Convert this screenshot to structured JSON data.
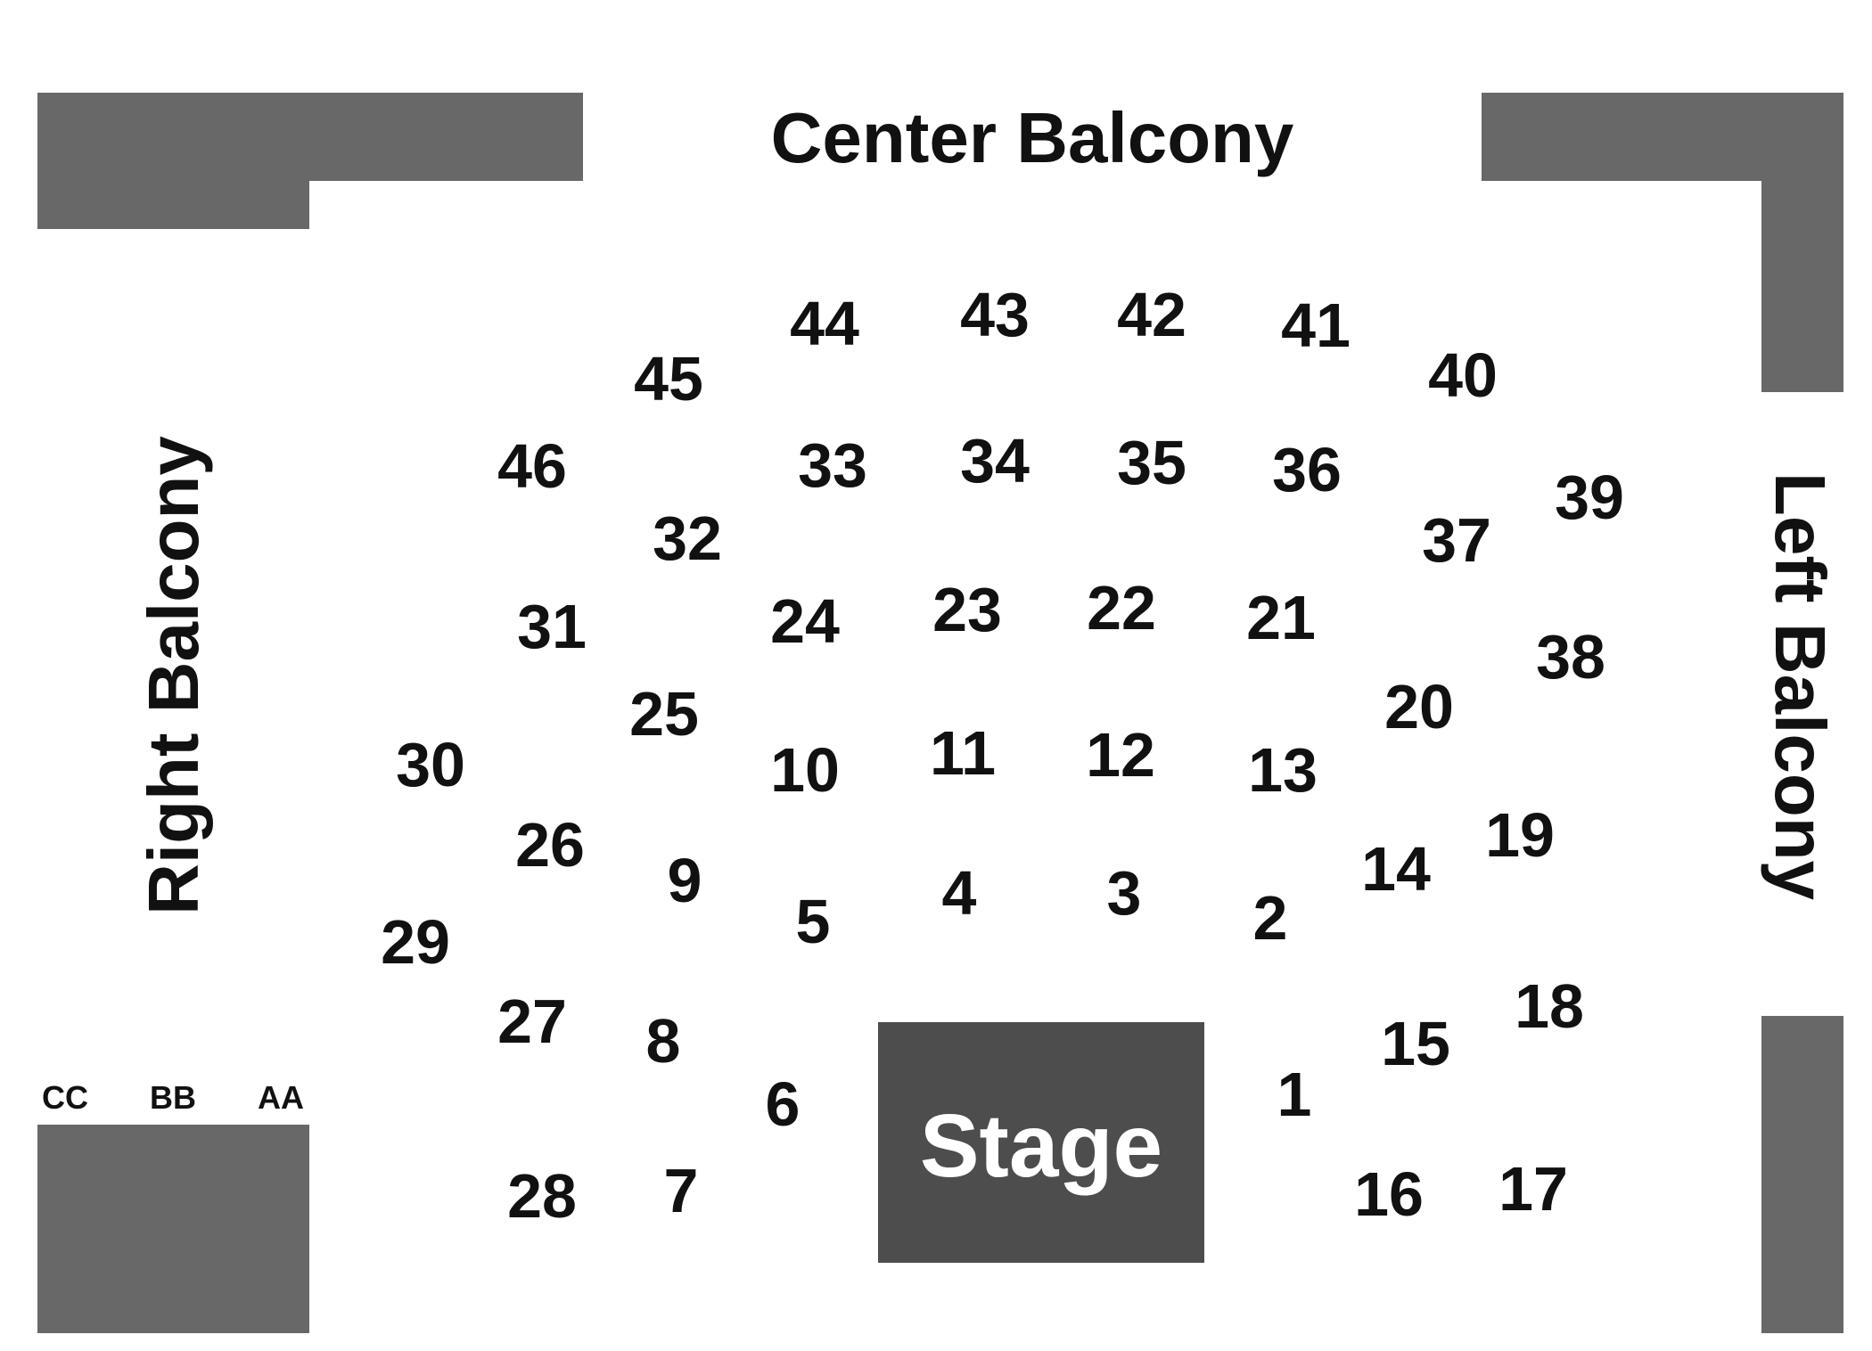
{
  "colors": {
    "balcony": "#686868",
    "stage": "#4d4d4d",
    "text": "#111111",
    "stage_text": "#ffffff",
    "background": "#ffffff"
  },
  "balconies": {
    "center": "Center Balcony",
    "right": "Right Balcony",
    "left": "Left Balcony"
  },
  "stage": {
    "label": "Stage"
  },
  "row_labels": [
    "CC",
    "BB",
    "AA"
  ],
  "tables": [
    "1",
    "2",
    "3",
    "4",
    "5",
    "6",
    "7",
    "8",
    "9",
    "10",
    "11",
    "12",
    "13",
    "14",
    "15",
    "16",
    "17",
    "18",
    "19",
    "20",
    "21",
    "22",
    "23",
    "24",
    "25",
    "26",
    "27",
    "28",
    "29",
    "30",
    "31",
    "32",
    "33",
    "34",
    "35",
    "36",
    "37",
    "38",
    "39",
    "40",
    "41",
    "42",
    "43",
    "44",
    "45",
    "46"
  ]
}
